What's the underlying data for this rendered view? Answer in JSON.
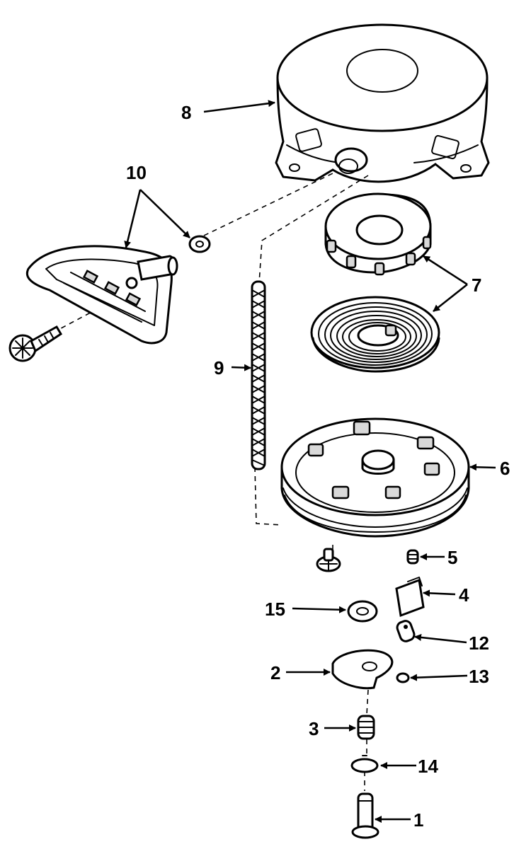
{
  "diagram": {
    "callouts": {
      "c1": "1",
      "c2": "2",
      "c3": "3",
      "c4": "4",
      "c5": "5",
      "c6": "6",
      "c7": "7",
      "c8": "8",
      "c9": "9",
      "c10": "10",
      "c12": "12",
      "c13": "13",
      "c14": "14",
      "c15": "15"
    }
  }
}
